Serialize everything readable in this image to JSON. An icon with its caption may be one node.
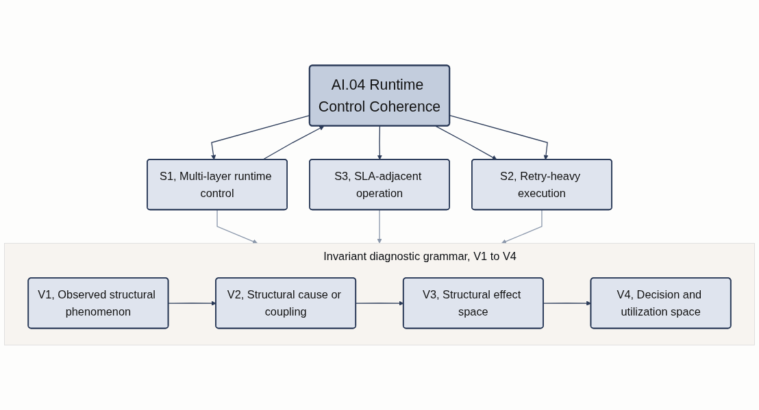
{
  "diagram": {
    "nodes": [
      {
        "text": [
          "AI.04 Runtime Control Coherence"
        ]
      },
      {
        "text": [
          "S1, Multi-layer runtime control"
        ]
      },
      {
        "text": [
          "S2, Retry-heavy execution"
        ]
      },
      {
        "text": [
          "S3, SLA-adjacent operation"
        ]
      },
      {
        "text": [
          "Invariant diagnostic grammar, V1 to V4"
        ]
      },
      {
        "text": [
          "V1, Observed structural phenomenon"
        ],
        "in": 4
      },
      {
        "text": [
          "V2, Structural cause or coupling"
        ],
        "in": 4
      },
      {
        "text": [
          "V3, Structural effect space"
        ],
        "in": 4
      },
      {
        "text": [
          "V4, Decision and utilization space"
        ],
        "in": 4
      }
    ],
    "edges": [
      {
        "from": 0,
        "to": 1,
        "arrow": "to"
      },
      {
        "from": 1,
        "to": 0,
        "arrow": "to"
      },
      {
        "from": 0,
        "to": 2,
        "arrow": "to"
      },
      {
        "from": 0,
        "to": 2,
        "arrow": "to"
      },
      {
        "from": 0,
        "to": 3,
        "arrow": "to"
      },
      {
        "from": 1,
        "to": 4,
        "arrow": "to",
        "color": "#8a97ab"
      },
      {
        "from": 3,
        "to": 4,
        "arrow": "to",
        "color": "#8a97ab"
      },
      {
        "from": 2,
        "to": 4,
        "arrow": "to",
        "color": "#8a97ab"
      },
      {
        "from": 5,
        "to": 6,
        "arrow": "to"
      },
      {
        "from": 6,
        "to": 7,
        "arrow": "to"
      },
      {
        "from": 7,
        "to": 8,
        "arrow": "to"
      }
    ]
  }
}
